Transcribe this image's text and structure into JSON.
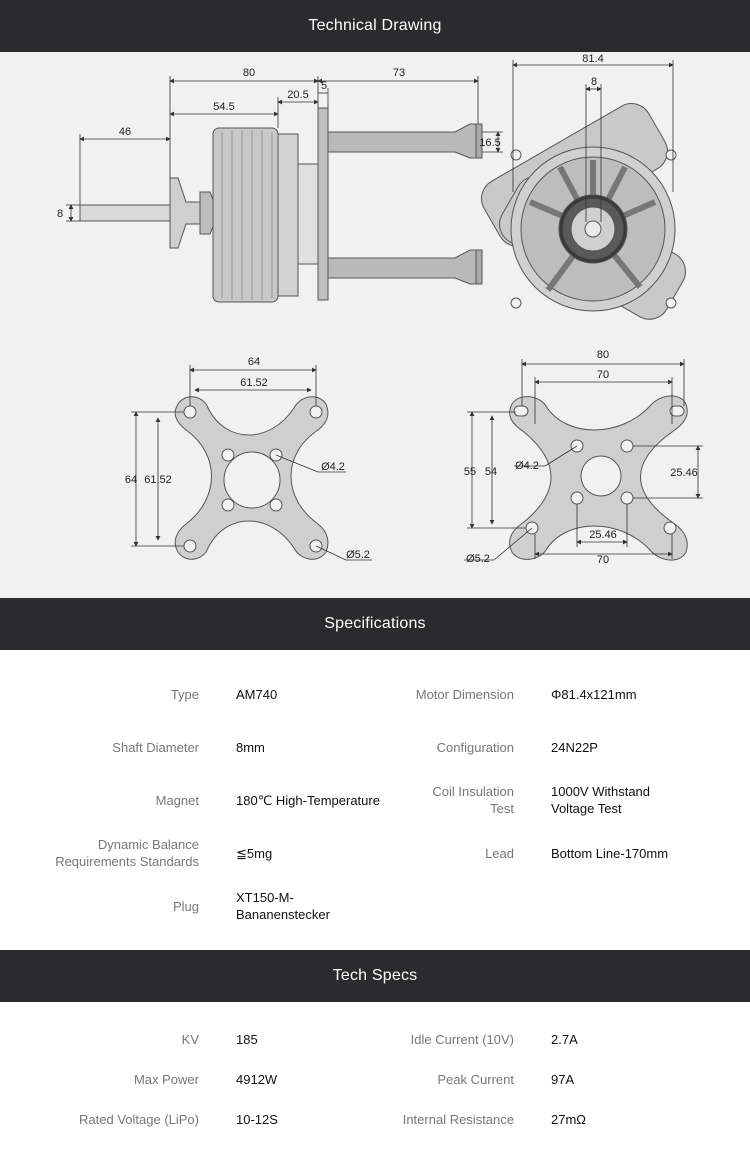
{
  "headers": {
    "drawing": "Technical Drawing",
    "specs": "Specifications",
    "tech": "Tech Specs"
  },
  "drawing_dims": {
    "side": {
      "d80": "80",
      "d73": "73",
      "d5": "5",
      "d54_5": "54.5",
      "d20_5": "20.5",
      "d46": "46",
      "d8": "8",
      "d16_5": "16.5"
    },
    "front": {
      "d81_4": "81.4",
      "d8": "8"
    },
    "mount_x": {
      "d64_top": "64",
      "d61_52_top": "61.52",
      "d64_left": "64",
      "d61_52_left": "61.52",
      "hole_small": "Ø4.2",
      "hole_large": "Ø5.2"
    },
    "mount_b": {
      "d80": "80",
      "d70_top": "70",
      "d55": "55",
      "d54": "54",
      "hole_small": "Ø4.2",
      "d25_46_right": "25.46",
      "d25_46_bottom": "25.46",
      "d70_bottom": "70",
      "hole_large": "Ø5.2"
    }
  },
  "specifications": [
    {
      "left_label": "Type",
      "left_value": "AM740",
      "right_label": "Motor Dimension",
      "right_value": "Φ81.4x121mm"
    },
    {
      "left_label": "Shaft Diameter",
      "left_value": "8mm",
      "right_label": "Configuration",
      "right_value": "24N22P"
    },
    {
      "left_label": "Magnet",
      "left_value": "180℃ High-Temperature",
      "right_label": "Coil Insulation\nTest",
      "right_value": "1000V Withstand\n Voltage Test"
    },
    {
      "left_label": "Dynamic Balance\nRequirements Standards",
      "left_value": "≦5mg",
      "right_label": "Lead",
      "right_value": " Bottom Line-170mm"
    },
    {
      "left_label": "Plug",
      "left_value": "XT150-M-\nBananenstecker",
      "right_label": "",
      "right_value": ""
    }
  ],
  "tech_specs": [
    {
      "left_label": "KV",
      "left_value": "185",
      "right_label": "Idle Current (10V)",
      "right_value": "2.7A"
    },
    {
      "left_label": "Max Power",
      "left_value": "4912W",
      "right_label": "Peak Current",
      "right_value": "97A"
    },
    {
      "left_label": "Rated Voltage (LiPo)",
      "left_value": "10-12S",
      "right_label": "Internal Resistance",
      "right_value": "27mΩ"
    }
  ],
  "colors": {
    "band": "#2b2b2d",
    "drawing_bg": "#f1f1f1",
    "label": "#777777",
    "value": "#111111"
  }
}
